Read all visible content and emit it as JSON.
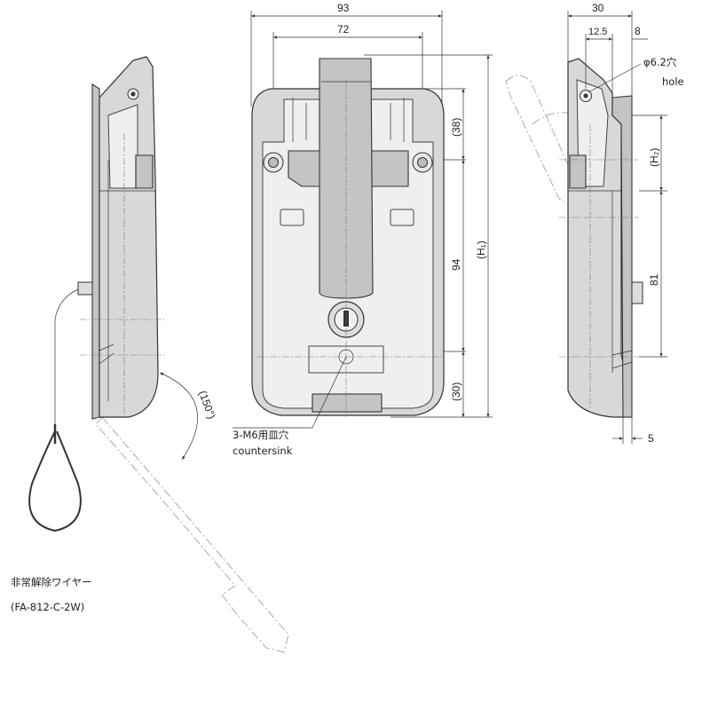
{
  "dimensions": {
    "overall_width": "93",
    "hole_spacing": "72",
    "top_to_hole": "(38)",
    "hole_to_bottom": "94",
    "overall_height": "(H₁)",
    "bottom_height": "(30)",
    "side_depth": "30",
    "side_a": "12.5",
    "side_b": "8",
    "side_h2": "(H₂)",
    "side_81": "81",
    "side_5": "5",
    "angle": "(150°)"
  },
  "notes": {
    "hole_jp": "φ6.2穴",
    "hole_en": "hole",
    "countersink_jp": "3-M6用皿穴",
    "countersink_en": "countersink",
    "wire_jp": "非常解除ワイヤー",
    "wire_model": "(FA-812-C-2W)"
  }
}
